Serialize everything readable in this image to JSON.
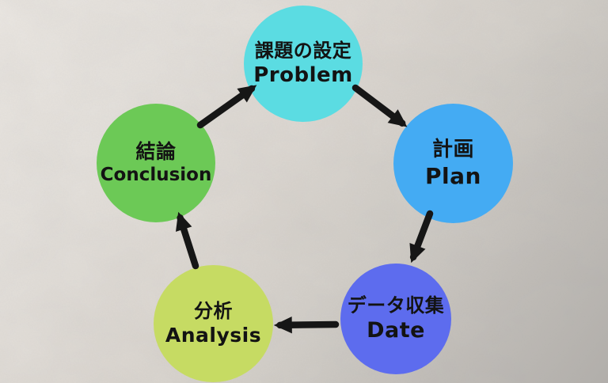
{
  "diagram": {
    "type": "cycle",
    "direction": "clockwise",
    "nodes": [
      {
        "id": "problem",
        "label_ja": "課題の設定",
        "label_en": "Problem",
        "color": "#5bdce2"
      },
      {
        "id": "plan",
        "label_ja": "計画",
        "label_en": "Plan",
        "color": "#44abf3"
      },
      {
        "id": "data",
        "label_ja": "データ収集",
        "label_en": "Date",
        "color": "#5d6cee"
      },
      {
        "id": "analysis",
        "label_ja": "分析",
        "label_en": "Analysis",
        "color": "#c6db63"
      },
      {
        "id": "conclusion",
        "label_ja": "結論",
        "label_en": "Conclusion",
        "color": "#6cc956"
      }
    ],
    "edges": [
      {
        "from": "problem",
        "to": "plan"
      },
      {
        "from": "plan",
        "to": "data"
      },
      {
        "from": "data",
        "to": "analysis"
      },
      {
        "from": "analysis",
        "to": "conclusion"
      },
      {
        "from": "conclusion",
        "to": "problem"
      }
    ],
    "arrow_color": "#161616",
    "text_color": "#131313",
    "background": {
      "top_left": "#ece8e3",
      "middle": "#ddd8d2",
      "bottom_right": "#b3b0ac",
      "style": "concrete-texture"
    }
  }
}
